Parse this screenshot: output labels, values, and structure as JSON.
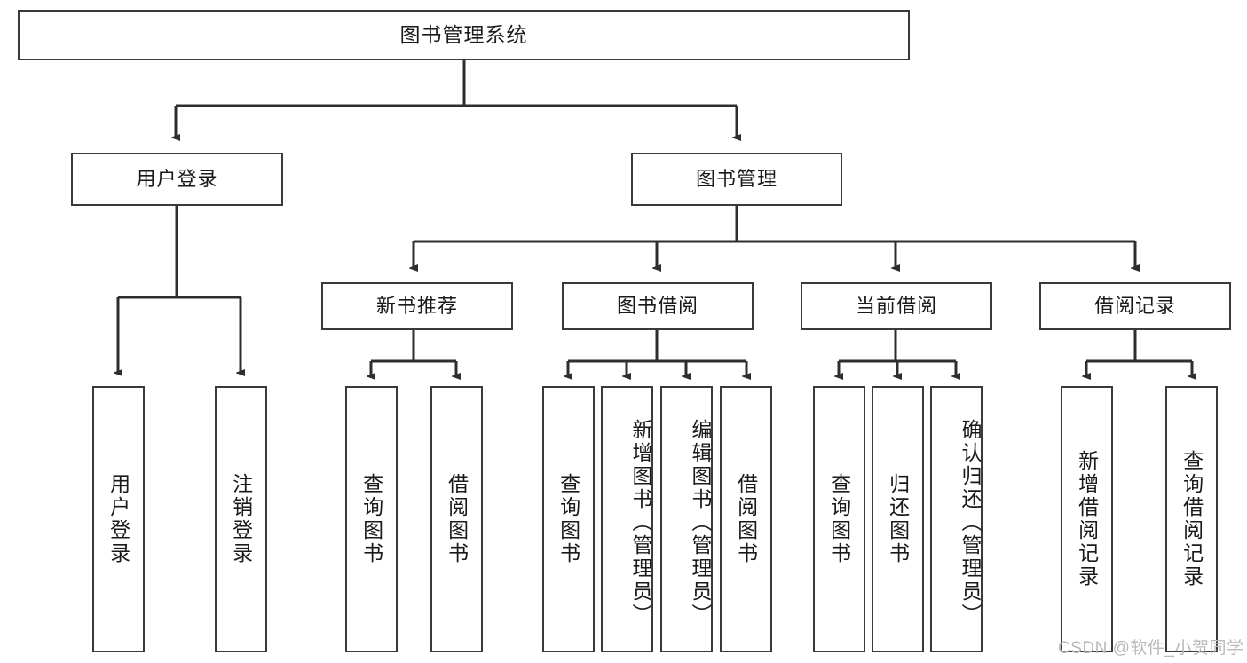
{
  "diagram": {
    "title": "图书管理系统",
    "type": "hierarchy-tree",
    "root": {
      "label": "图书管理系统"
    },
    "level2": [
      {
        "label": "用户登录"
      },
      {
        "label": "图书管理"
      }
    ],
    "level3": [
      {
        "label": "新书推荐"
      },
      {
        "label": "图书借阅"
      },
      {
        "label": "当前借阅"
      },
      {
        "label": "借阅记录"
      }
    ],
    "leaves": {
      "user_login": [
        {
          "label": "用户登录"
        },
        {
          "label": "注销登录"
        }
      ],
      "new_book_recommend": [
        {
          "label": "查询图书"
        },
        {
          "label": "借阅图书"
        }
      ],
      "book_borrow": [
        {
          "label": "查询图书"
        },
        {
          "label": "新增图书（管理员）"
        },
        {
          "label": "编辑图书（管理员）"
        },
        {
          "label": "借阅图书"
        }
      ],
      "current_borrow": [
        {
          "label": "查询图书"
        },
        {
          "label": "归还图书"
        },
        {
          "label": "确认归还（管理员）"
        }
      ],
      "borrow_record": [
        {
          "label": "新增借阅记录"
        },
        {
          "label": "查询借阅记录"
        }
      ]
    }
  },
  "watermark": {
    "text": "CSDN @软件_小贺同学"
  },
  "colors": {
    "border": "#3a3a3a",
    "background": "#ffffff",
    "text": "#1a1a1a",
    "watermark": "#b9b9b9"
  }
}
